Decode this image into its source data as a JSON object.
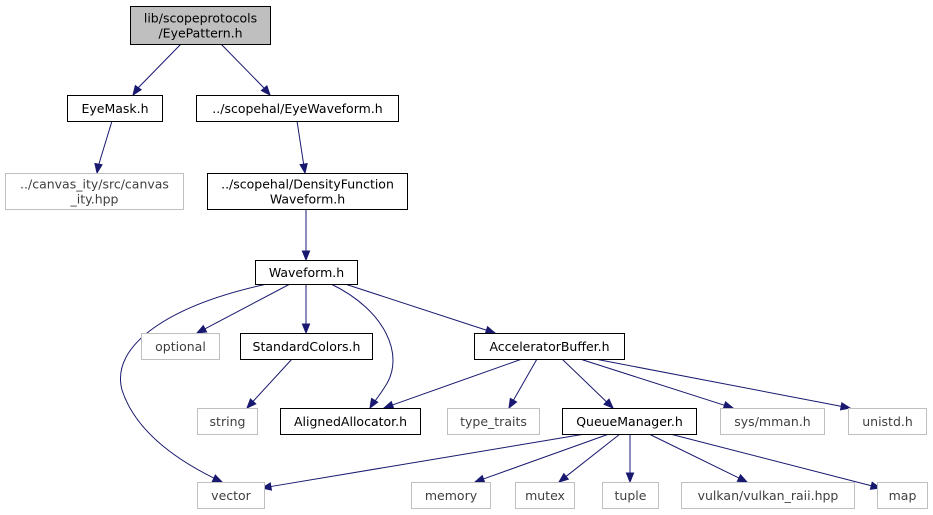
{
  "graph": {
    "nodes": [
      {
        "id": "eyepattern",
        "lines": [
          "lib/scopeprotocols",
          "/EyePattern.h"
        ],
        "kind": "root"
      },
      {
        "id": "eyemask",
        "lines": [
          "EyeMask.h"
        ],
        "kind": "project"
      },
      {
        "id": "eyewaveform",
        "lines": [
          "../scopehal/EyeWaveform.h"
        ],
        "kind": "project"
      },
      {
        "id": "canvas",
        "lines": [
          "../canvas_ity/src/canvas",
          "_ity.hpp"
        ],
        "kind": "external"
      },
      {
        "id": "densityfunc",
        "lines": [
          "../scopehal/DensityFunction",
          "Waveform.h"
        ],
        "kind": "project"
      },
      {
        "id": "waveform",
        "lines": [
          "Waveform.h"
        ],
        "kind": "project"
      },
      {
        "id": "optional",
        "lines": [
          "optional"
        ],
        "kind": "external"
      },
      {
        "id": "stdcolors",
        "lines": [
          "StandardColors.h"
        ],
        "kind": "project"
      },
      {
        "id": "accelbuf",
        "lines": [
          "AcceleratorBuffer.h"
        ],
        "kind": "project"
      },
      {
        "id": "string",
        "lines": [
          "string"
        ],
        "kind": "external"
      },
      {
        "id": "alignedalloc",
        "lines": [
          "AlignedAllocator.h"
        ],
        "kind": "project"
      },
      {
        "id": "typetraits",
        "lines": [
          "type_traits"
        ],
        "kind": "external"
      },
      {
        "id": "queuemgr",
        "lines": [
          "QueueManager.h"
        ],
        "kind": "project"
      },
      {
        "id": "sysmman",
        "lines": [
          "sys/mman.h"
        ],
        "kind": "external"
      },
      {
        "id": "unistd",
        "lines": [
          "unistd.h"
        ],
        "kind": "external"
      },
      {
        "id": "vector",
        "lines": [
          "vector"
        ],
        "kind": "external"
      },
      {
        "id": "memory",
        "lines": [
          "memory"
        ],
        "kind": "external"
      },
      {
        "id": "mutex",
        "lines": [
          "mutex"
        ],
        "kind": "external"
      },
      {
        "id": "tuple",
        "lines": [
          "tuple"
        ],
        "kind": "external"
      },
      {
        "id": "vulkan",
        "lines": [
          "vulkan/vulkan_raii.hpp"
        ],
        "kind": "external"
      },
      {
        "id": "map",
        "lines": [
          "map"
        ],
        "kind": "external"
      }
    ],
    "edges": [
      {
        "from": "eyepattern",
        "to": "eyemask"
      },
      {
        "from": "eyepattern",
        "to": "eyewaveform"
      },
      {
        "from": "eyemask",
        "to": "canvas"
      },
      {
        "from": "eyewaveform",
        "to": "densityfunc"
      },
      {
        "from": "densityfunc",
        "to": "waveform"
      },
      {
        "from": "waveform",
        "to": "vector"
      },
      {
        "from": "waveform",
        "to": "optional"
      },
      {
        "from": "waveform",
        "to": "stdcolors"
      },
      {
        "from": "waveform",
        "to": "alignedalloc"
      },
      {
        "from": "waveform",
        "to": "accelbuf"
      },
      {
        "from": "stdcolors",
        "to": "string"
      },
      {
        "from": "accelbuf",
        "to": "alignedalloc"
      },
      {
        "from": "accelbuf",
        "to": "typetraits"
      },
      {
        "from": "accelbuf",
        "to": "queuemgr"
      },
      {
        "from": "accelbuf",
        "to": "sysmman"
      },
      {
        "from": "accelbuf",
        "to": "unistd"
      },
      {
        "from": "queuemgr",
        "to": "vector"
      },
      {
        "from": "queuemgr",
        "to": "memory"
      },
      {
        "from": "queuemgr",
        "to": "mutex"
      },
      {
        "from": "queuemgr",
        "to": "tuple"
      },
      {
        "from": "queuemgr",
        "to": "vulkan"
      },
      {
        "from": "queuemgr",
        "to": "map"
      }
    ],
    "colors": {
      "edge": "#191970",
      "root_fill": "#bfbfbf",
      "root_border": "#000000",
      "project_border": "#000000",
      "external_border": "#bfbfbf",
      "external_text": "#3f3f3f",
      "text": "#000000"
    }
  }
}
